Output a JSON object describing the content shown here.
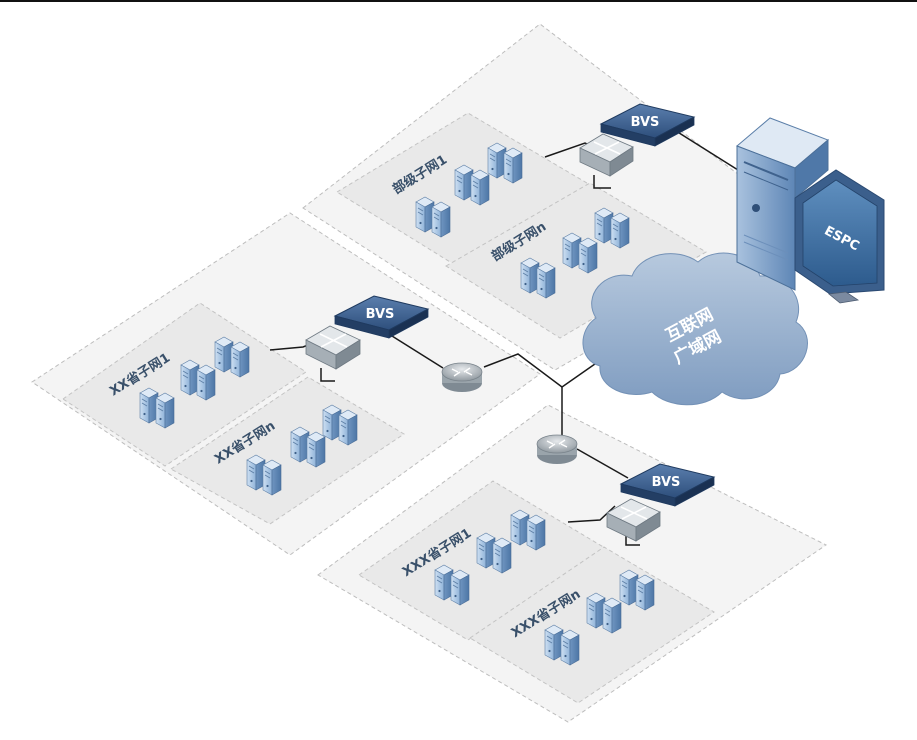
{
  "regions": {
    "ministry": {
      "subnet1": "部级子网1",
      "subnetn": "部级子网n",
      "bvs": "BVS"
    },
    "province_xx": {
      "subnet1": "XX省子网1",
      "subnetn": "XX省子网n",
      "bvs": "BVS"
    },
    "province_xxx": {
      "subnet1": "XXX省子网1",
      "subnetn": "XXX省子网n",
      "bvs": "BVS"
    }
  },
  "cloud": {
    "line1": "互联网",
    "line2": "广域网"
  },
  "espc": {
    "label": "ESPC"
  },
  "colors": {
    "region_fill": "#f4f4f4",
    "subnet_fill": "#e9e9e9",
    "dash": "#b9b9b9",
    "bvs_body": "#2f4f7c",
    "server_blue": "#7fa3cc",
    "cloud": "#8aa6c8",
    "line": "#1a1a1a"
  }
}
